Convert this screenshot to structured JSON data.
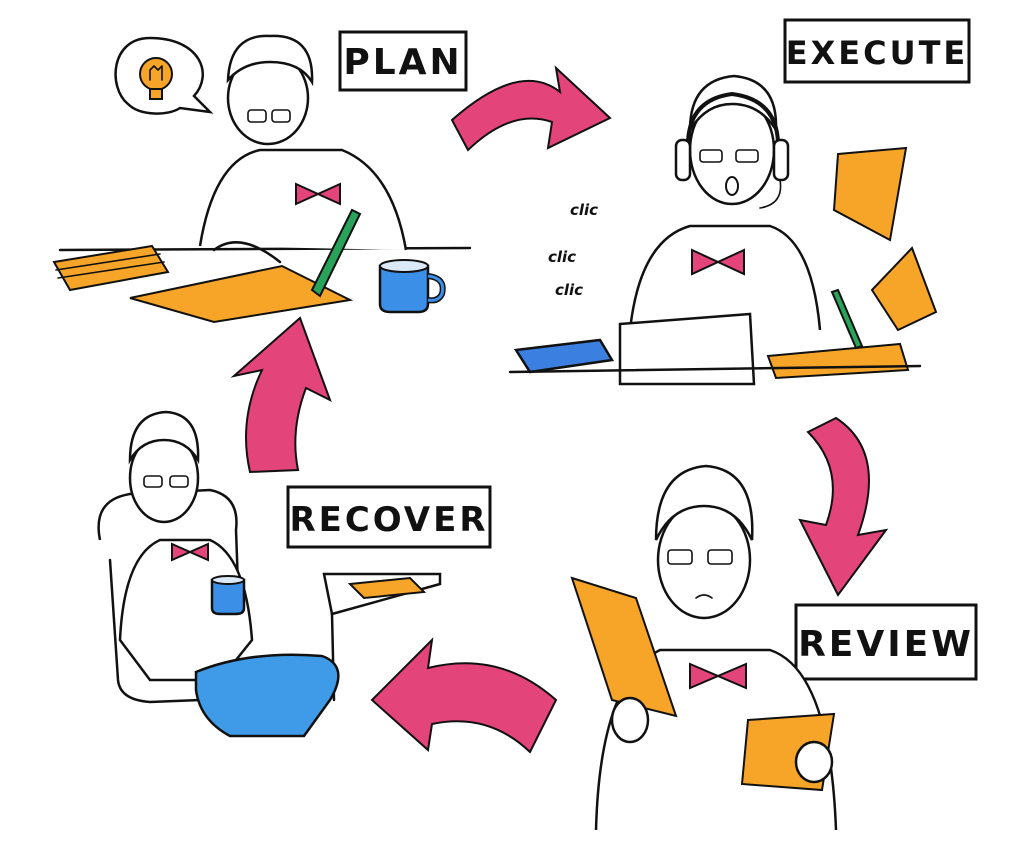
{
  "steps": {
    "plan": "PLAN",
    "execute": "EXECUTE",
    "review": "REVIEW",
    "recover": "RECOVER"
  },
  "sound_effects": [
    "clic",
    "clic",
    "clic"
  ],
  "colors": {
    "arrow": "#e3457a",
    "paper": "#f7a529",
    "mug": "#3b8fe6",
    "bowtie": "#e3457a",
    "pants": "#3f9be8",
    "calculator": "#3b7fe0",
    "pen": "#2aa35a",
    "outline": "#111111"
  },
  "icons": [
    "lightbulb-icon",
    "thought-bubble-icon",
    "headset-icon",
    "calculator-icon",
    "laptop-icon",
    "coffee-mug-icon"
  ]
}
